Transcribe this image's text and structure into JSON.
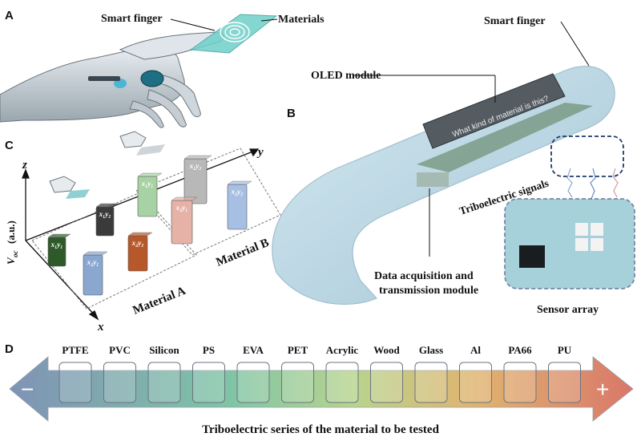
{
  "panels": {
    "a": "A",
    "b": "B",
    "c": "C",
    "d": "D"
  },
  "panel_a": {
    "smart_finger_label": "Smart finger",
    "materials_label": "Materials"
  },
  "panel_b": {
    "smart_finger_label": "Smart finger",
    "oled_label": "OLED module",
    "oled_screen_text": "What kind of material is this?",
    "tribo_label": "Triboelectric signals",
    "daq_label_line1": "Data acquisition and",
    "daq_label_line2": "transmission module",
    "sensor_label": "Sensor array"
  },
  "panel_c": {
    "axis_z": "z",
    "axis_y": "y",
    "axis_x": "x",
    "axis_v": "V",
    "axis_v_sub": "oc",
    "axis_v_unit": "(a.u.)",
    "material_a": "Material A",
    "material_b": "Material B",
    "bars": [
      {
        "label": "x₁y₁",
        "color": "#2e5a2a"
      },
      {
        "label": "x₁y₂",
        "color": "#3a3a3a"
      },
      {
        "label": "x₂y₁",
        "color": "#8aa7d0"
      },
      {
        "label": "x₂y₂",
        "color": "#b6582a"
      },
      {
        "label": "x₁y₁",
        "color": "#a7d2a4"
      },
      {
        "label": "x₁y₂",
        "color": "#b8b8b8"
      },
      {
        "label": "x₂y₁",
        "color": "#e6b1a7"
      },
      {
        "label": "x₂y₂",
        "color": "#a7bfe3"
      }
    ]
  },
  "panel_d": {
    "minus": "−",
    "plus": "+",
    "caption": "Triboelectric series of the material to be tested",
    "materials": [
      "PTFE",
      "PVC",
      "Silicon",
      "PS",
      "EVA",
      "PET",
      "Acrylic",
      "Wood",
      "Glass",
      "Al",
      "PA66",
      "PU"
    ],
    "colors": {
      "negative": "#7f93b5",
      "positive": "#d9776a"
    }
  }
}
